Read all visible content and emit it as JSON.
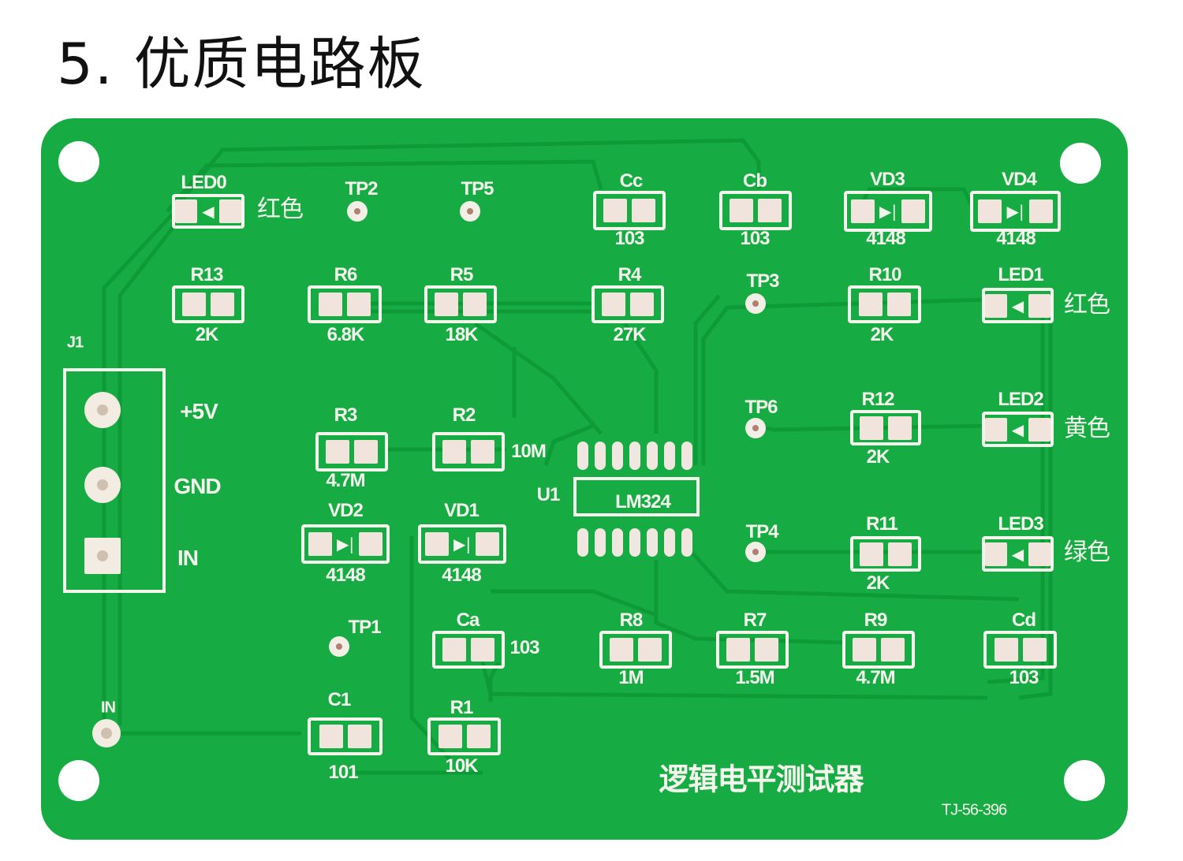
{
  "title": "5. 优质电路板",
  "colors": {
    "board": "#16ac43",
    "silkscreen": "#f4f6ee",
    "pad": "#f0e4dc"
  },
  "board": {
    "product_name": "逻辑电平测试器",
    "model": "TJ-56-396",
    "connector": {
      "label": "J1",
      "pins": [
        "+5V",
        "GND",
        "IN"
      ]
    },
    "input_point": "IN",
    "ic": {
      "ref": "U1",
      "part": "LM324"
    },
    "components": {
      "LED0": {
        "label": "LED0",
        "note": "红色"
      },
      "TP2": {
        "label": "TP2"
      },
      "TP5": {
        "label": "TP5"
      },
      "Cc": {
        "label": "Cc",
        "value": "103"
      },
      "Cb": {
        "label": "Cb",
        "value": "103"
      },
      "VD3": {
        "label": "VD3",
        "value": "4148"
      },
      "VD4": {
        "label": "VD4",
        "value": "4148"
      },
      "R13": {
        "label": "R13",
        "value": "2K"
      },
      "R6": {
        "label": "R6",
        "value": "6.8K"
      },
      "R5": {
        "label": "R5",
        "value": "18K"
      },
      "R4": {
        "label": "R4",
        "value": "27K"
      },
      "TP3": {
        "label": "TP3"
      },
      "R10": {
        "label": "R10",
        "value": "2K"
      },
      "LED1": {
        "label": "LED1",
        "note": "红色"
      },
      "R3": {
        "label": "R3",
        "value": "4.7M"
      },
      "R2": {
        "label": "R2",
        "value": "10M"
      },
      "TP6": {
        "label": "TP6"
      },
      "R12": {
        "label": "R12",
        "value": "2K"
      },
      "LED2": {
        "label": "LED2",
        "note": "黄色"
      },
      "VD2": {
        "label": "VD2",
        "value": "4148"
      },
      "VD1": {
        "label": "VD1",
        "value": "4148"
      },
      "TP4": {
        "label": "TP4"
      },
      "R11": {
        "label": "R11",
        "value": "2K"
      },
      "LED3": {
        "label": "LED3",
        "note": "绿色"
      },
      "TP1": {
        "label": "TP1"
      },
      "Ca": {
        "label": "Ca",
        "value": "103"
      },
      "R8": {
        "label": "R8",
        "value": "1M"
      },
      "R7": {
        "label": "R7",
        "value": "1.5M"
      },
      "R9": {
        "label": "R9",
        "value": "4.7M"
      },
      "Cd": {
        "label": "Cd",
        "value": "103"
      },
      "C1": {
        "label": "C1",
        "value": "101"
      },
      "R1": {
        "label": "R1",
        "value": "10K"
      }
    }
  }
}
